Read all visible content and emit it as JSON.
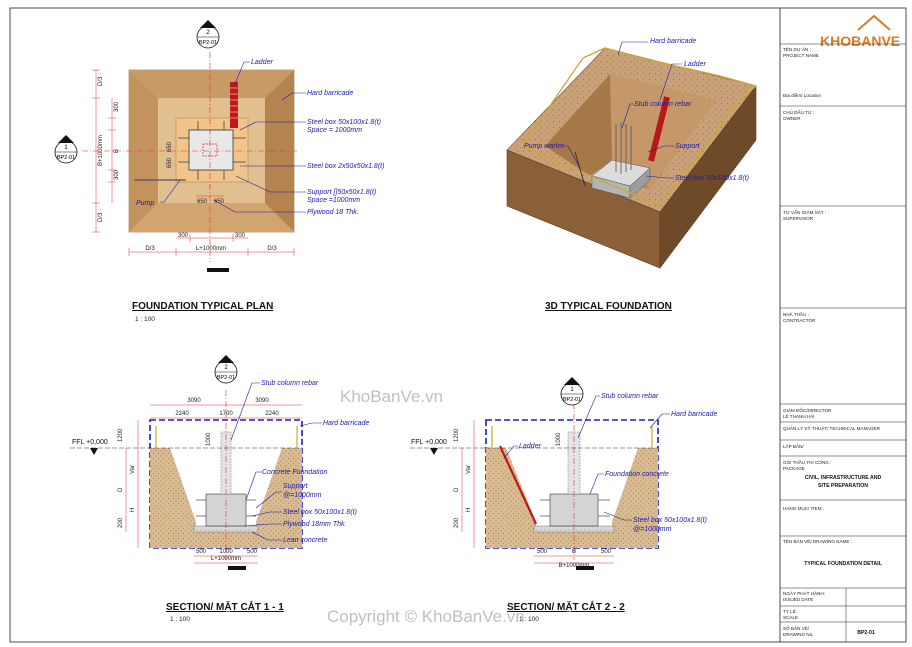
{
  "plan": {
    "title": "FOUNDATION TYPICAL PLAN",
    "scale": "1 : 100",
    "section_ref_top": {
      "num": "2",
      "sheet": "BP2-01"
    },
    "section_ref_left": {
      "num": "1",
      "sheet": "BP2-01"
    },
    "labels": {
      "ladder": "Ladder",
      "hard_barricade": "Hard barricade",
      "steel_box_a": "Steel box 50x100x1.8(t)",
      "space_a": "Space = 1000mm",
      "steel_box_b": "Steel box 2x50x50x1.8(t)",
      "support": "Support []50x50x1.8(t)",
      "space_b": "Space =1000mm",
      "plywood": "Plywood 18 Thk.",
      "pump": "Pump"
    },
    "dims": {
      "d3": "D/3",
      "v300": "300",
      "b1000": "B+1000mm",
      "b": "B",
      "l1000": "L+1000mm",
      "v650": "650"
    }
  },
  "iso": {
    "title": "3D TYPICAL FOUNDATION",
    "labels": {
      "hard_barricade": "Hard barricade",
      "ladder": "Ladder",
      "stub_rebar": "Stub column rebar",
      "pump_water": "Pump warter",
      "support": "Support",
      "steel_box": "Steel box 50x100x1.8(t)"
    }
  },
  "sec1": {
    "title": "SECTION/ MẶT CẮT 1 - 1",
    "scale": "1 : 100",
    "ref": {
      "num": "2",
      "sheet": "BP2-01"
    },
    "labels": {
      "stub_rebar": "Stub column rebar",
      "hard_barricade": "Hard barricade",
      "concrete_foundation": "Concrete Foundation",
      "support": "Support",
      "support_space": "@=1000mm",
      "steel_box": "Steel box 50x100x1.8(t)",
      "plywood": "Plywood 18mm Thk.",
      "lean_concrete": "Lean concrete",
      "ffl": "FFL +0,000"
    },
    "dims": {
      "d2240": "2240",
      "d3090": "3090",
      "d1700": "1700",
      "l1000": "L+1000mm",
      "d500": "500",
      "d1000": "1000",
      "var": "Var",
      "d": "D",
      "h": "H",
      "d200": "200",
      "d1200": "1200"
    }
  },
  "sec2": {
    "title": "SECTION/ MẶT CẮT 2 - 2",
    "scale": "1 : 100",
    "ref": {
      "num": "1",
      "sheet": "BP2-01"
    },
    "labels": {
      "stub_rebar": "Stub column rebar",
      "hard_barricade": "Hard barricade",
      "ladder": "Ladder",
      "foundation_concrete": "Foundation concrete",
      "steel_box": "Steel box 50x100x1.8(t)",
      "space": "@=1000mm",
      "ffl": "FFL +0,000"
    },
    "dims": {
      "b1000": "B+1000mm",
      "d500": "500",
      "b": "B",
      "d1000": "1000",
      "var": "Var",
      "d": "D",
      "h": "H",
      "d200": "200",
      "d1200": "1200"
    }
  },
  "titleblock": {
    "logo": "KHOBANVE",
    "project_label": "TÊN DỰ ÁN :",
    "project_label_en": "PROJECT NAME",
    "location": "Địa điểm/ Location",
    "owner_label": "CHỦ ĐẦU TƯ :",
    "owner_label_en": "OWNER",
    "supervisor_label": "TƯ VẤN GIÁM SÁT :",
    "supervisor_label_en": "SUPERVISOR",
    "contractor_label": "NHÀ THẦU :",
    "contractor_label_en": "CONTRACTOR",
    "director_label": "GIÁM ĐỐC/DIRECTOR",
    "director_name": "LÊ THANH HẢI",
    "tech_label": "QUẢN LÝ KỸ THUẬT/ TECHNICAL MANAGER",
    "drawn_label": "LẬP BẢN/",
    "package_label": "GÓI THẦU THI CÔNG :",
    "package_label_en": "PACKAGE",
    "package_value_1": "CIVIL, INFRASTRUCTURE AND",
    "package_value_2": "SITE PREPARATION",
    "item_label": "HẠNG MỤC/ ITEM :",
    "drawing_name_label": "TÊN BẢN VẼ/ DRAWING NAME :",
    "drawing_name": "TYPICAL FOUNDATION DETAIL",
    "issued_label": "NGÀY PHÁT HÀNH:",
    "issued_label_en": "ISSUED DATE",
    "scale_label": "TỶ LỆ:",
    "scale_label_en": "SCALE",
    "drawing_no_label": "SỐ BẢN VẼ/",
    "drawing_no_label_en": "DRAWING No.",
    "drawing_no": "BP2-01"
  },
  "watermark": {
    "mid": "KhoBanVe.vn",
    "bottom": "Copyright © KhoBanVe.vn"
  }
}
